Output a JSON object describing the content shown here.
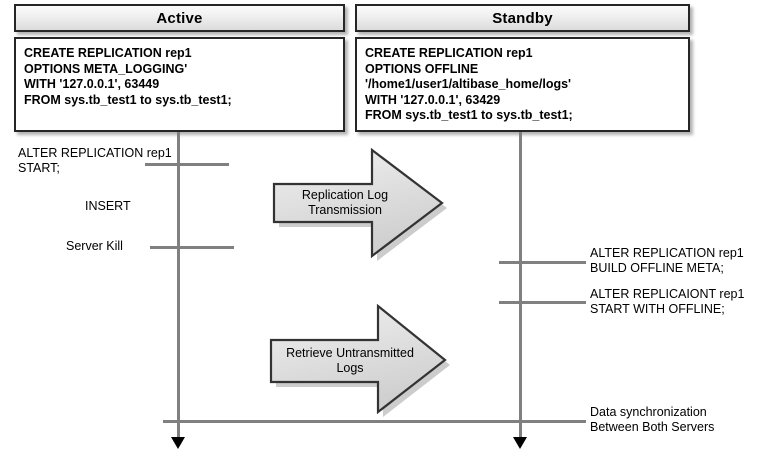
{
  "diagram": {
    "title": "Altibase replication Active-Standby offline sequence diagram",
    "colors": {
      "lifeline": "#808080",
      "box_border": "#262626",
      "arrow_fill": "#d9d9d9",
      "arrow_border": "#333333",
      "text": "#000000",
      "background": "#ffffff"
    },
    "nodes": [
      {
        "id": "active",
        "title": "Active",
        "code": [
          "CREATE REPLICATION rep1",
          "OPTIONS META_LOGGING'",
          "WITH '127.0.0.1', 63449",
          "FROM sys.tb_test1 to sys.tb_test1;"
        ]
      },
      {
        "id": "standby",
        "title": "Standby",
        "code": [
          "CREATE REPLICATION rep1",
          "OPTIONS OFFLINE",
          "'/home1/user1/altibase_home/logs'",
          "WITH '127.0.0.1', 63429",
          "FROM sys.tb_test1 to sys.tb_test1;"
        ]
      }
    ],
    "left_events": [
      {
        "id": "alter-replication-start",
        "text": "ALTER REPLICATION rep1\nSTART;"
      },
      {
        "id": "insert",
        "text": "INSERT"
      },
      {
        "id": "server-kill",
        "text": "Server Kill"
      }
    ],
    "right_events": [
      {
        "id": "build-offline-meta",
        "text": "ALTER REPLICATION rep1\nBUILD OFFLINE META;"
      },
      {
        "id": "start-with-offline",
        "text": "ALTER REPLICAIONT rep1\nSTART WITH OFFLINE;"
      },
      {
        "id": "data-synchronization",
        "text": "Data synchronization\nBetween Both Servers"
      }
    ],
    "flow_arrows": [
      {
        "id": "replication-log-transmission",
        "text": "Replication Log\nTransmission",
        "direction": "right"
      },
      {
        "id": "retrieve-untransmitted-logs",
        "text": "Retrieve Untransmitted\nLogs",
        "direction": "right"
      }
    ]
  }
}
